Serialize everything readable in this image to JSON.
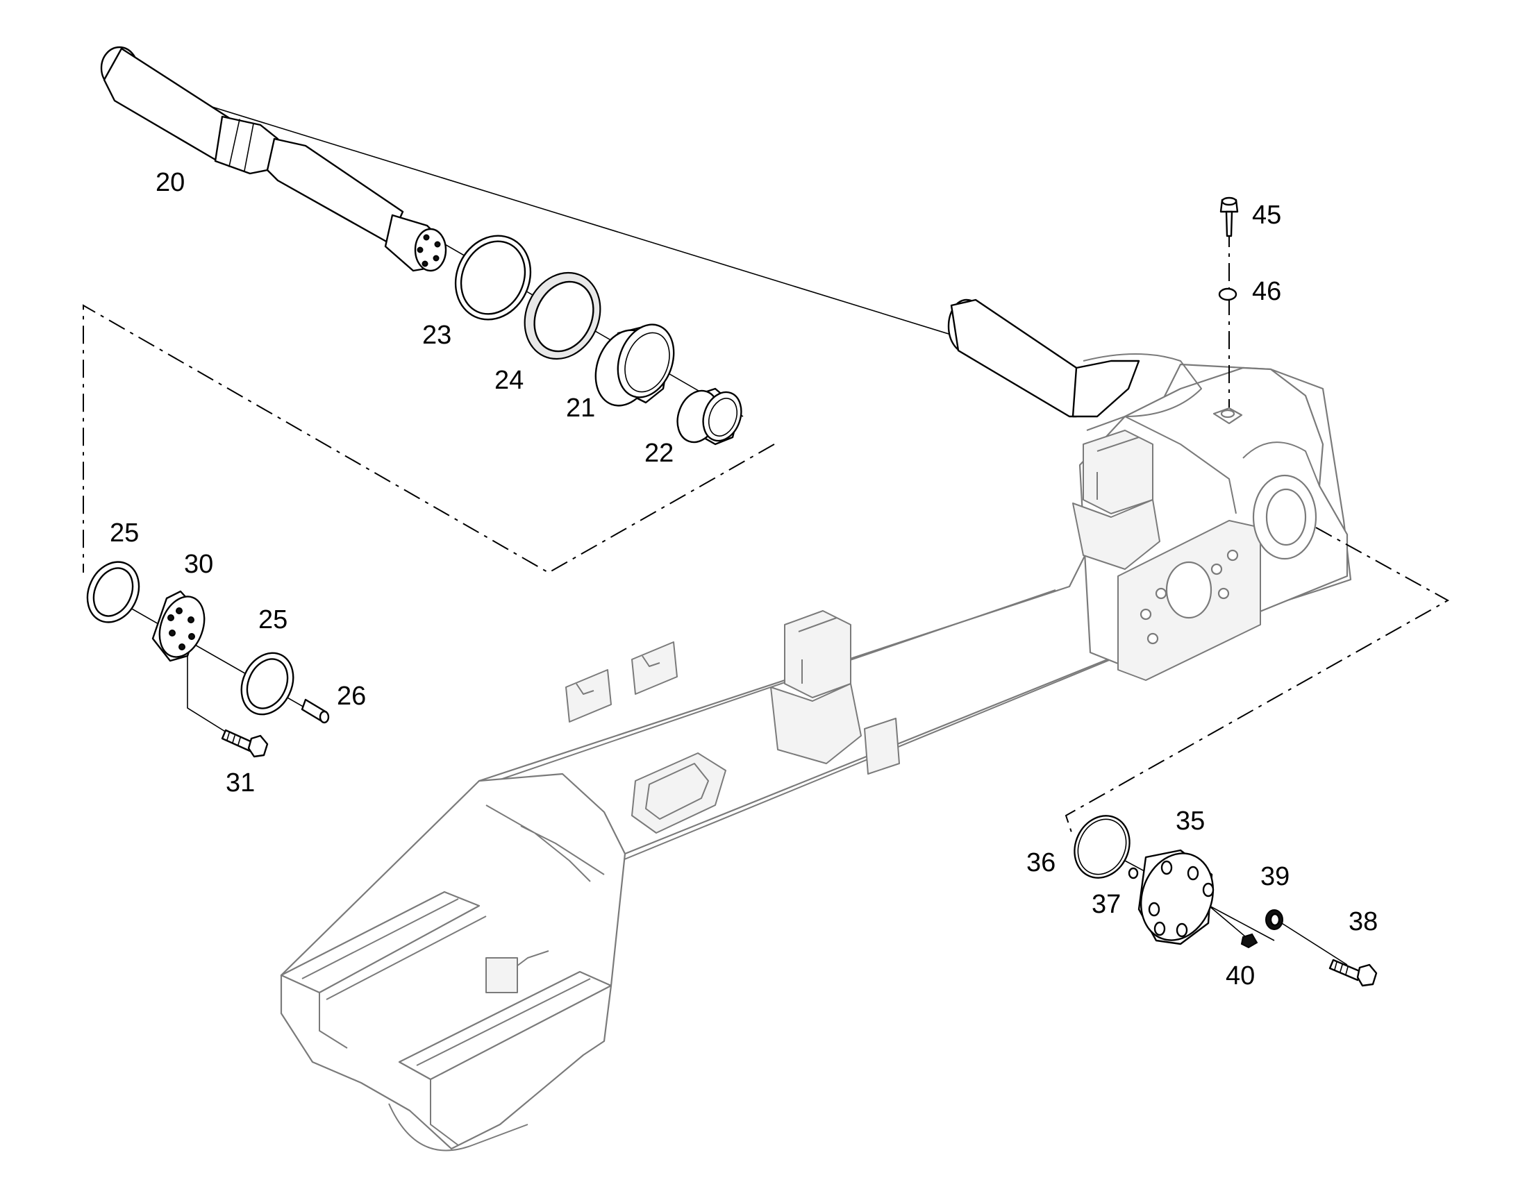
{
  "labels": {
    "p20": "20",
    "p21": "21",
    "p22": "22",
    "p23": "23",
    "p24": "24",
    "p25a": "25",
    "p25b": "25",
    "p26": "26",
    "p30": "30",
    "p31": "31",
    "p35": "35",
    "p36": "36",
    "p37": "37",
    "p38": "38",
    "p39": "39",
    "p40": "40",
    "p45": "45",
    "p46": "46"
  },
  "colors": {
    "line": "#000000",
    "frame": "#7a7a7a",
    "background": "#ffffff"
  }
}
